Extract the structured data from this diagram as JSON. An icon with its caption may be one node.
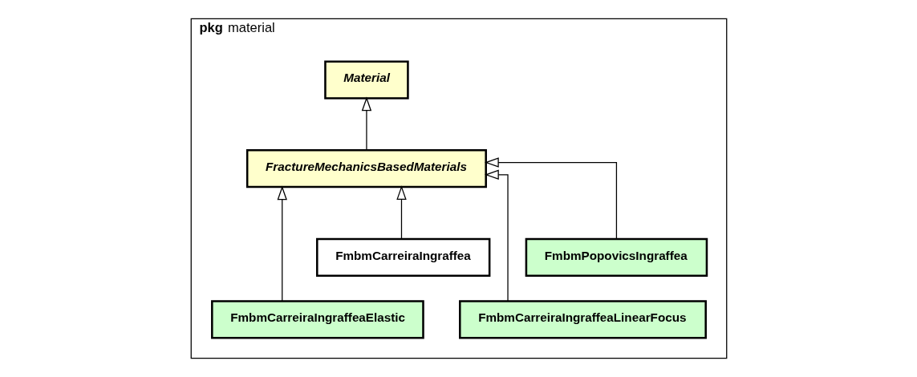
{
  "diagram": {
    "nodes": [
      {
        "text": [
          "**pkg** material"
        ]
      },
      {
        "text": [
          "Material"
        ],
        "in": 0
      },
      {
        "text": [
          "FractureMechanicsBasedMaterials"
        ],
        "in": 0
      },
      {
        "text": [
          "FmbmCarreiraIngraffea"
        ],
        "in": 0
      },
      {
        "text": [
          "FmbmPopovicsIngraffea"
        ],
        "in": 0
      },
      {
        "text": [
          "FmbmCarreiraIngraffeaElastic"
        ],
        "in": 0
      },
      {
        "text": [
          "FmbmCarreiraIngraffeaLinearFocus"
        ],
        "in": 0
      }
    ],
    "edges": [
      {
        "from": 2,
        "to": 1,
        "arrow": "to"
      },
      {
        "from": 3,
        "to": 2,
        "arrow": "to"
      },
      {
        "from": 5,
        "to": 2,
        "arrow": "to"
      },
      {
        "from": 6,
        "to": 2,
        "arrow": "to"
      },
      {
        "from": 4,
        "to": 2,
        "arrow": "to"
      }
    ]
  }
}
